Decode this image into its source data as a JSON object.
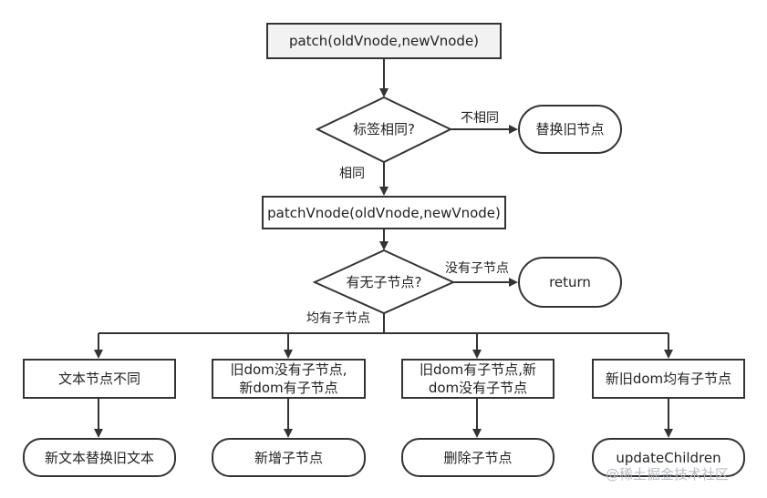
{
  "nodes": {
    "patch": "patch(oldVnode,newVnode)",
    "decision_tag": "标签相同?",
    "replace_old": "替换旧节点",
    "patch_vnode": "patchVnode(oldVnode,newVnode)",
    "decision_children": "有无子节点?",
    "return_node": "return",
    "text_diff": "文本节点不同",
    "old_no_children": "旧dom没有子节点,\n新dom有子节点",
    "old_has_children": "旧dom有子节点,新\ndom没有子节点",
    "both_children": "新旧dom均有子节点",
    "new_text_replace": "新文本替换旧文本",
    "add_children": "新增子节点",
    "delete_children": "删除子节点",
    "update_children": "updateChildren"
  },
  "edge_labels": {
    "not_same": "不相同",
    "same": "相同",
    "no_children": "没有子节点",
    "both_have": "均有子节点"
  },
  "watermark": "@稀土掘金技术社区",
  "colors": {
    "stroke": "#333333",
    "start_fill": "#f2f2f2",
    "watermark": "#b9bcc3"
  }
}
